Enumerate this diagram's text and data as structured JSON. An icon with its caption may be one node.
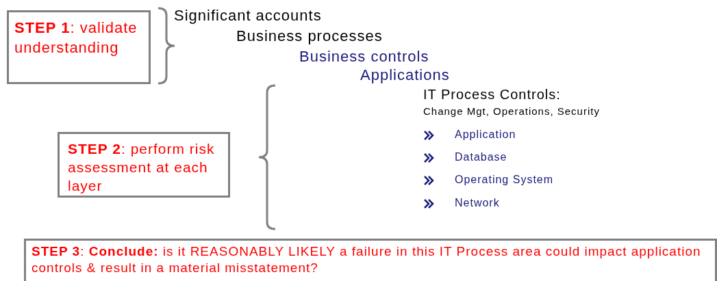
{
  "diagram": {
    "nodes": [
      {
        "text": [
          "**STEP 1**: validate understanding"
        ]
      },
      {
        "text": [
          "**STEP 2**: perform risk assessment at each layer"
        ]
      },
      {
        "text": [
          "**STEP 3**: **Conclude:** is it REASONABLY LIKELY a failure in this IT Process area could impact application controls & result in a material misstatement?"
        ]
      }
    ],
    "edges": [],
    "labels": [
      "Significant accounts",
      "Business processes",
      "Business controls",
      "Applications",
      "IT Process Controls:",
      "Change Mgt, Operations, Security",
      "Application",
      "Database",
      "Operating System",
      "Network"
    ]
  }
}
